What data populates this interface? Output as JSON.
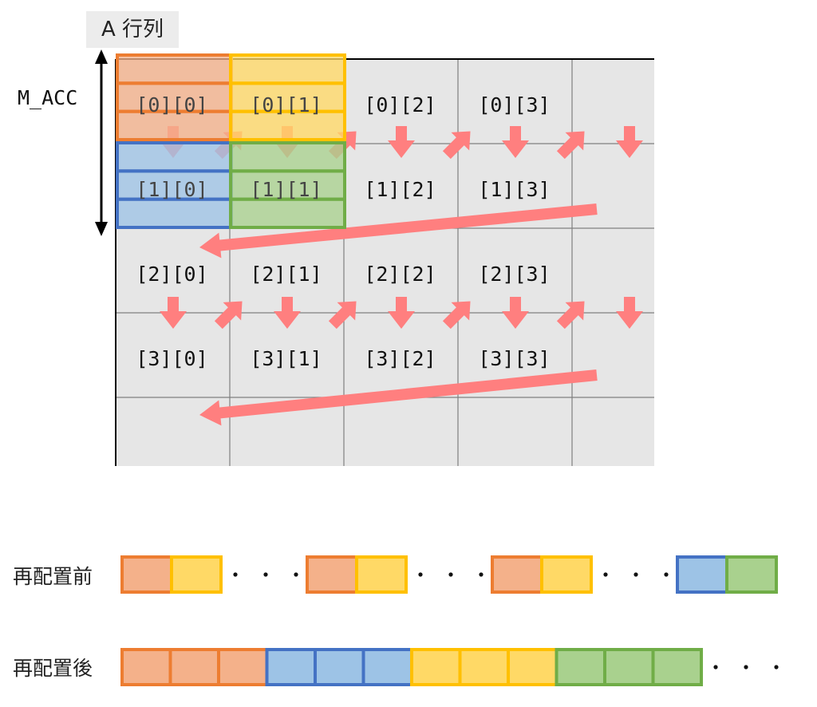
{
  "matrix": {
    "title": "A 行列",
    "side_label": "M_ACC",
    "cells": [
      [
        "[0][0]",
        "[0][1]",
        "[0][2]",
        "[0][3]"
      ],
      [
        "[1][0]",
        "[1][1]",
        "[1][2]",
        "[1][3]"
      ],
      [
        "[2][0]",
        "[2][1]",
        "[2][2]",
        "[2][3]"
      ],
      [
        "[3][0]",
        "[3][1]",
        "[3][2]",
        "[3][3]"
      ]
    ]
  },
  "colors": {
    "grid_bg": "#e6e6e6",
    "grid_line": "#7f7f7f",
    "arrow": "#ff7f7f",
    "orange_fill": "#f4b18a",
    "orange_border": "#ed7d31",
    "yellow_fill": "#ffd966",
    "yellow_border": "#ffc000",
    "blue_fill": "#9dc3e6",
    "blue_border": "#4472c4",
    "green_fill": "#a9d18e",
    "green_border": "#70ad47"
  },
  "layout_rows": {
    "before": {
      "label": "再配置前",
      "blocks": [
        "orange",
        "yellow",
        "dots",
        "orange",
        "yellow",
        "dots",
        "orange",
        "yellow",
        "dots",
        "blue",
        "green"
      ]
    },
    "after": {
      "label": "再配置後",
      "blocks": [
        "orange",
        "orange",
        "orange",
        "blue",
        "blue",
        "blue",
        "yellow",
        "yellow",
        "yellow",
        "green",
        "green",
        "green",
        "dots"
      ]
    }
  }
}
